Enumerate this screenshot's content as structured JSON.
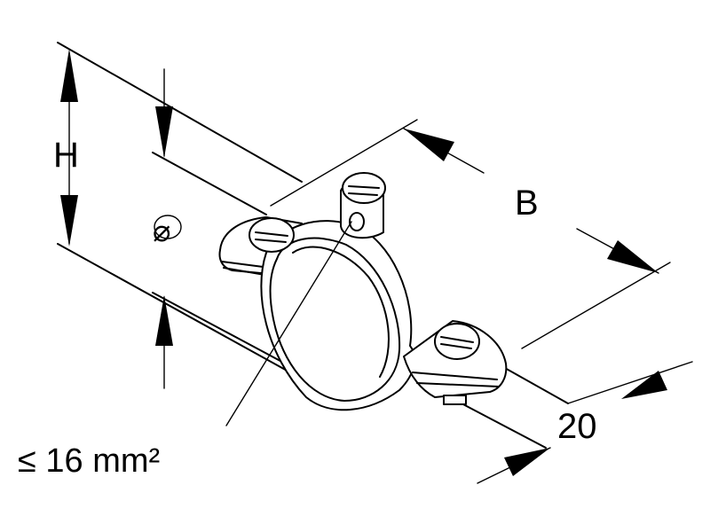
{
  "labels": {
    "height": "H",
    "width": "B",
    "depth": "20",
    "cross_section": "≤ 16 mm²",
    "hole_symbol": "⌀"
  },
  "colors": {
    "line": "#000000",
    "background": "#ffffff"
  },
  "icons": [
    "screw-head-icon",
    "hole-diameter-icon",
    "dimension-arrow-icon"
  ]
}
